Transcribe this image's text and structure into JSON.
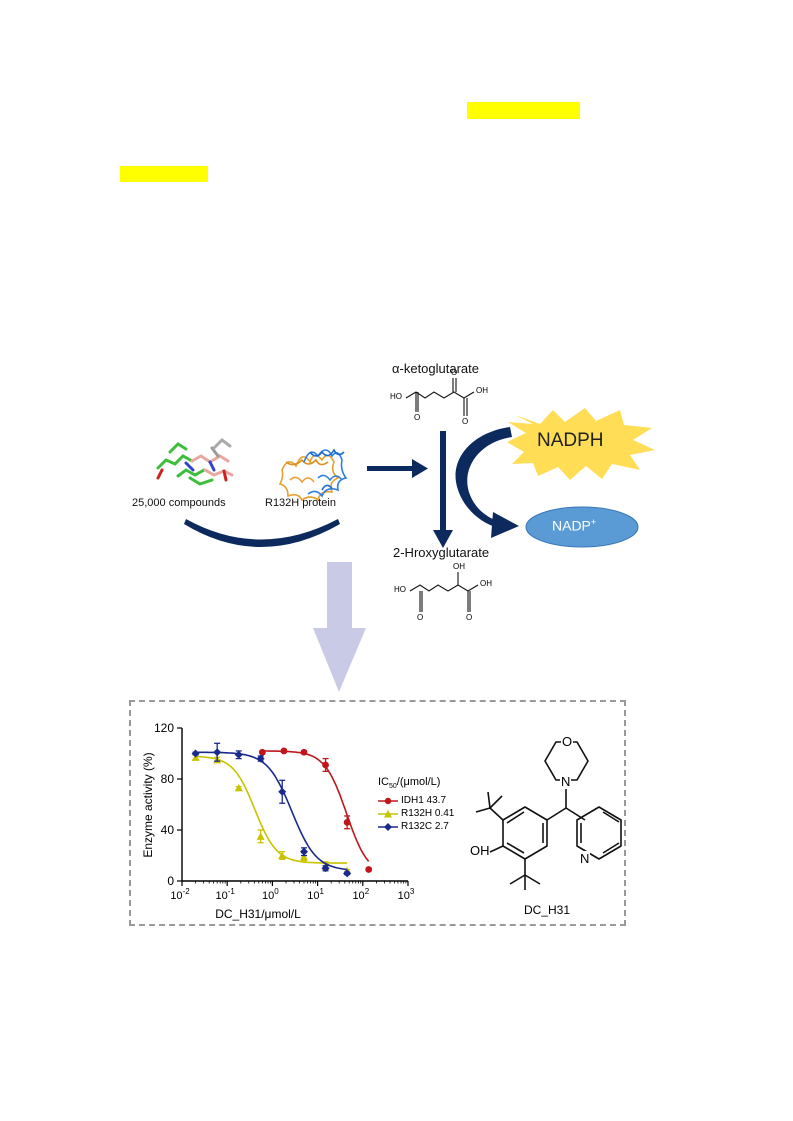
{
  "colors": {
    "highlight": "#ffff00",
    "navy": "#0d2a5e",
    "nadph_star": "#ffdd55",
    "nadp_ellipse": "#5b9bd5",
    "big_arrow": "#c9cbe6",
    "idh1": "#c0161c",
    "r132h": "#c8c400",
    "r132c": "#1a2a8c"
  },
  "screening": {
    "compounds_label": "25,000 compounds",
    "protein_label": "R132H protein"
  },
  "pathway": {
    "substrate_label": "α-ketoglutarate",
    "product_label": "2-Hroxyglutarate",
    "cofactor_in": "NADPH",
    "cofactor_out": "NADP",
    "cofactor_out_sup": "+",
    "ho": "HO",
    "oh": "OH",
    "o": "O"
  },
  "compound": {
    "name": "DC_H31",
    "oh": "OH",
    "morph_o": "O",
    "morph_n": "N",
    "pyr_n": "N"
  },
  "chart_data": {
    "type": "scatter",
    "xlabel": "DC_H31/μmol/L",
    "ylabel": "Enzyme activity (%)",
    "x_scale": "log",
    "xlim": [
      0.01,
      1000
    ],
    "ylim": [
      0,
      120
    ],
    "y_ticks": [
      "0",
      "40",
      "80",
      "120"
    ],
    "x_tick_base": "10",
    "x_tick_exps": [
      "-2",
      "-1",
      "0",
      "1",
      "2",
      "3"
    ],
    "x_tick_values": [
      0.01,
      0.1,
      1,
      10,
      100,
      1000
    ],
    "y_tick_values": [
      0,
      40,
      80,
      120
    ],
    "legend_title_main": "IC",
    "legend_title_sub": "50",
    "legend_title_rest": "/(μmol/L)",
    "legend_position": "right",
    "series": [
      {
        "name": "IDH1 43.7",
        "marker": "circle",
        "color": "#c0161c",
        "x": [
          0.6,
          1.8,
          5.0,
          15.0,
          45.0,
          135.0
        ],
        "y": [
          101,
          102,
          101,
          91,
          46,
          9
        ],
        "err": [
          1,
          1,
          1,
          5,
          5,
          1
        ],
        "ic50": 43.7,
        "top": 102,
        "bottom": 4,
        "hill": 1.8
      },
      {
        "name": "R132H 0.41",
        "marker": "triangle",
        "color": "#c8c400",
        "x": [
          0.02,
          0.06,
          0.18,
          0.55,
          1.65,
          5.0,
          15.0,
          45.0
        ],
        "y": [
          97,
          95,
          73,
          35,
          20,
          19,
          12,
          8
        ],
        "err": [
          2,
          2,
          1,
          5,
          3,
          3,
          3,
          1
        ],
        "ic50": 0.41,
        "top": 98,
        "bottom": 14,
        "hill": 1.8
      },
      {
        "name": "R132C 2.7",
        "marker": "diamond",
        "color": "#1a2a8c",
        "x": [
          0.02,
          0.06,
          0.18,
          0.55,
          1.65,
          5.0,
          15.0,
          45.0
        ],
        "y": [
          100,
          101,
          99,
          96,
          70,
          23,
          10,
          6
        ],
        "err": [
          1,
          7,
          3,
          2,
          9,
          3,
          2,
          1
        ],
        "ic50": 2.7,
        "top": 101,
        "bottom": 8,
        "hill": 1.6
      }
    ]
  }
}
